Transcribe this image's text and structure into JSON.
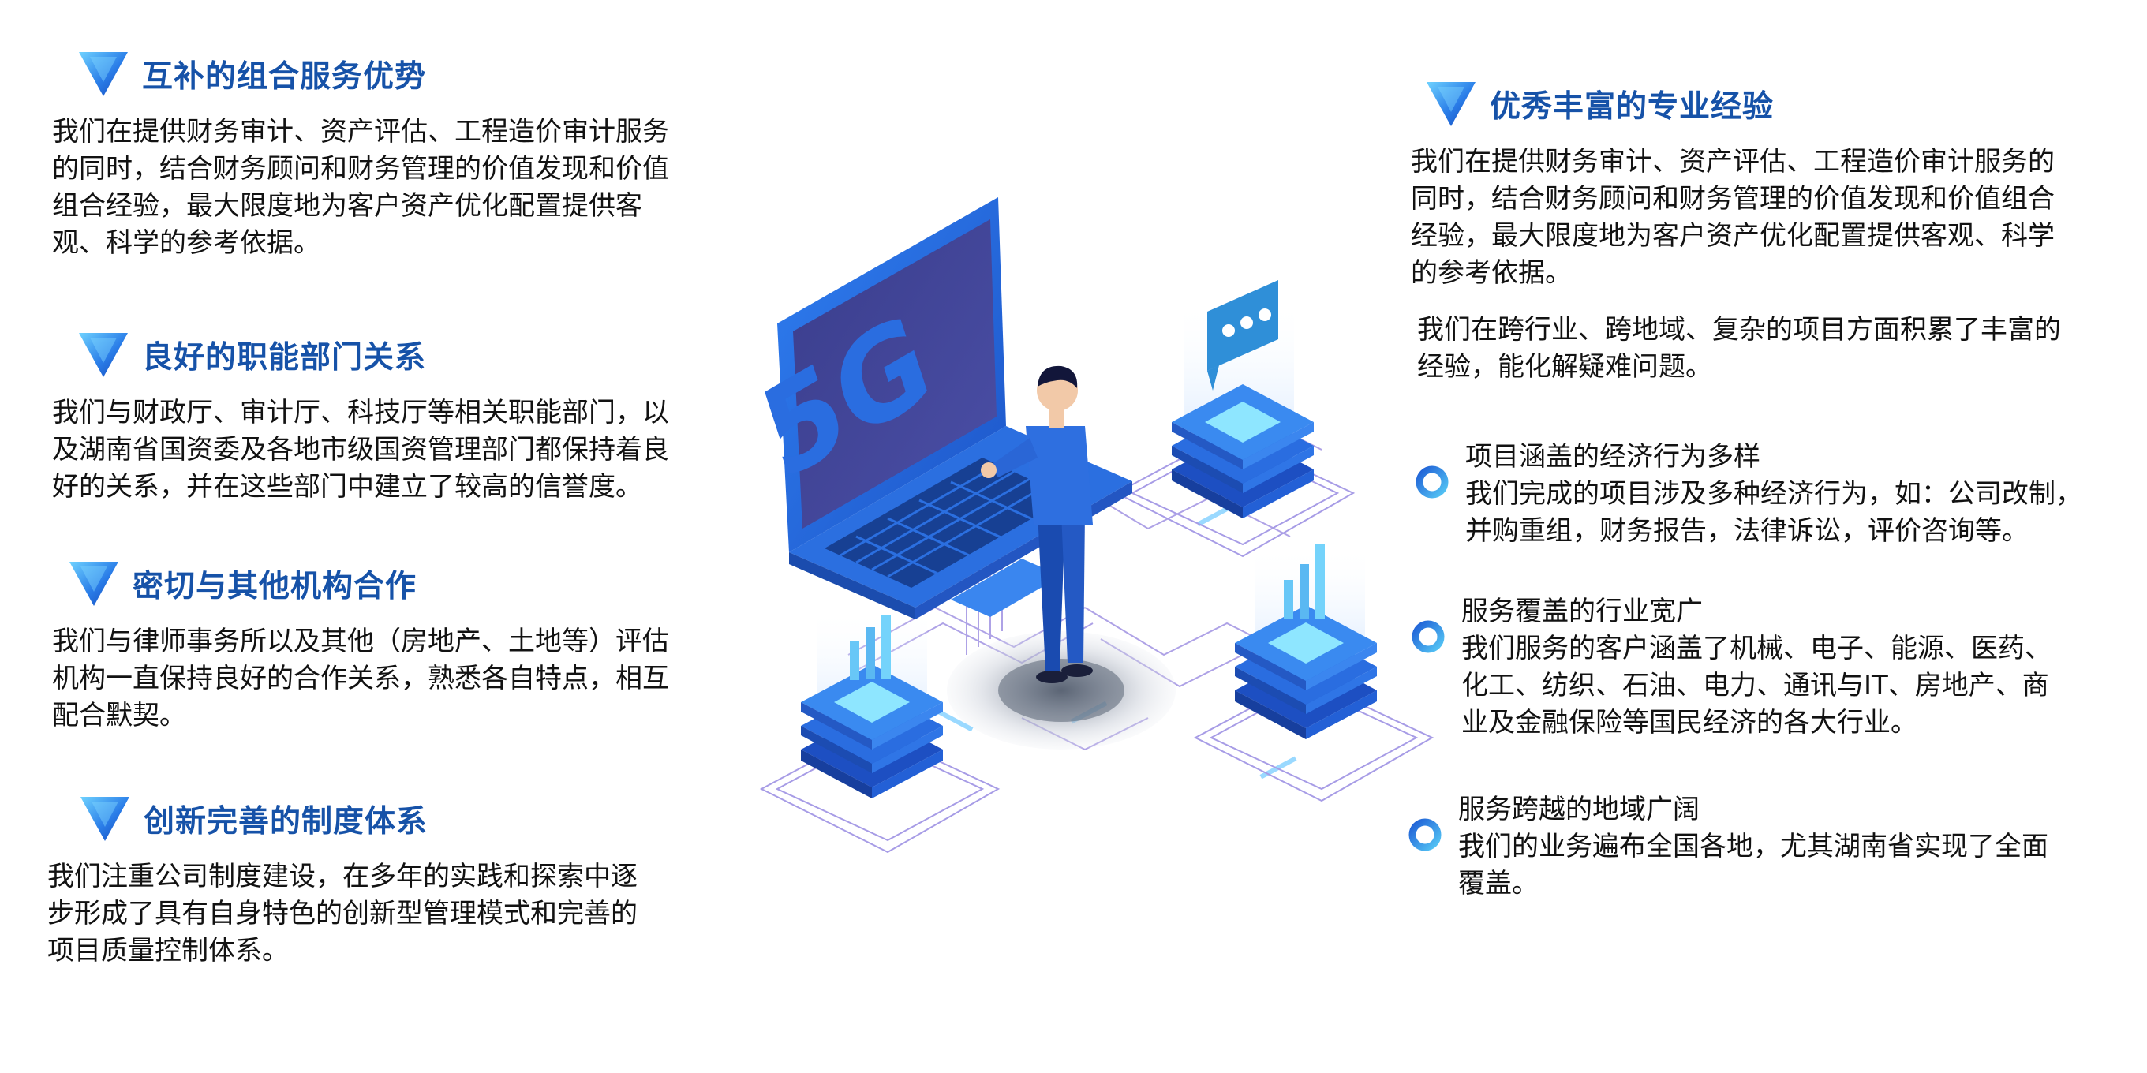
{
  "colors": {
    "heading": "#1652a8",
    "body_text": "#121212",
    "accent_blue": "#2b6fe0",
    "accent_cyan": "#46c8f0",
    "accent_purple": "#8a6fd8"
  },
  "icons": {
    "heading_marker": "triangle-down-icon",
    "bullet_marker": "ring-icon",
    "illustration": "5g-laptop-illustration"
  },
  "left": [
    {
      "title": "互补的组合服务优势",
      "lines": [
        "我们在提供财务审计、资产评估、工程造价审计服务",
        "的同时，结合财务顾问和财务管理的价值发现和价值",
        "组合经验，最大限度地为客户资产优化配置提供客",
        "观、科学的参考依据。"
      ]
    },
    {
      "title": "良好的职能部门关系",
      "lines": [
        "我们与财政厅、审计厅、科技厅等相关职能部门，以",
        "及湖南省国资委及各地市级国资管理部门都保持着良",
        "好的关系，并在这些部门中建立了较高的信誉度。"
      ]
    },
    {
      "title": "密切与其他机构合作",
      "lines": [
        "我们与律师事务所以及其他（房地产、土地等）评估",
        "机构一直保持良好的合作关系，熟悉各自特点，相互",
        "配合默契。"
      ]
    },
    {
      "title": "创新完善的制度体系",
      "lines": [
        "我们注重公司制度建设，在多年的实践和探索中逐",
        "步形成了具有自身特色的创新型管理模式和完善的",
        "项目质量控制体系。"
      ]
    }
  ],
  "right": {
    "title": "优秀丰富的专业经验",
    "intro_lines": [
      "我们在提供财务审计、资产评估、工程造价审计服务的",
      "同时，结合财务顾问和财务管理的价值发现和价值组合",
      "经验，最大限度地为客户资产优化配置提供客观、科学",
      "的参考依据。"
    ],
    "second_lines": [
      "我们在跨行业、跨地域、复杂的项目方面积累了丰富的",
      "经验，能化解疑难问题。"
    ],
    "bullets": [
      {
        "title": "项目涵盖的经济行为多样",
        "lines": [
          "我们完成的项目涉及多种经济行为，如：公司改制，",
          "并购重组，财务报告，法律诉讼，评价咨询等。"
        ]
      },
      {
        "title": "服务覆盖的行业宽广",
        "lines": [
          "我们服务的客户涵盖了机械、电子、能源、医药、",
          "化工、纺织、石油、电力、通讯与IT、房地产、商",
          "业及金融保险等国民经济的各大行业。"
        ]
      },
      {
        "title": "服务跨越的地域广阔",
        "lines": [
          "我们的业务遍布全国各地，尤其湖南省实现了全面",
          "覆盖。"
        ]
      }
    ]
  },
  "illustration": {
    "screen_text": "5G"
  }
}
